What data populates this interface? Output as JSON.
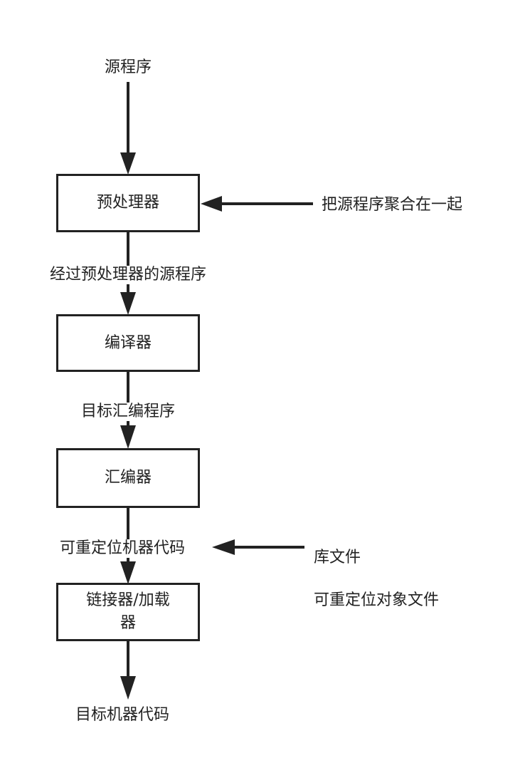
{
  "source_label": "源程序",
  "stages": [
    {
      "id": "preprocessor",
      "label": "预处理器"
    },
    {
      "id": "compiler",
      "label": "编译器"
    },
    {
      "id": "assembler",
      "label": "汇编器"
    },
    {
      "id": "linker",
      "label": "链接器/加载器"
    }
  ],
  "flow_labels": {
    "preprocessed_source": "经过预处理器的源程序",
    "target_assembly": "目标汇编程序",
    "relocatable_machine_code": "可重定位机器代码",
    "target_machine_code": "目标机器代码"
  },
  "side_inputs": {
    "preprocessor_input": "把源程序聚合在一起",
    "linker_input_line1": "库文件",
    "linker_input_line2": "可重定位对象文件"
  },
  "colors": {
    "stroke": "#222222",
    "background": "#ffffff"
  }
}
